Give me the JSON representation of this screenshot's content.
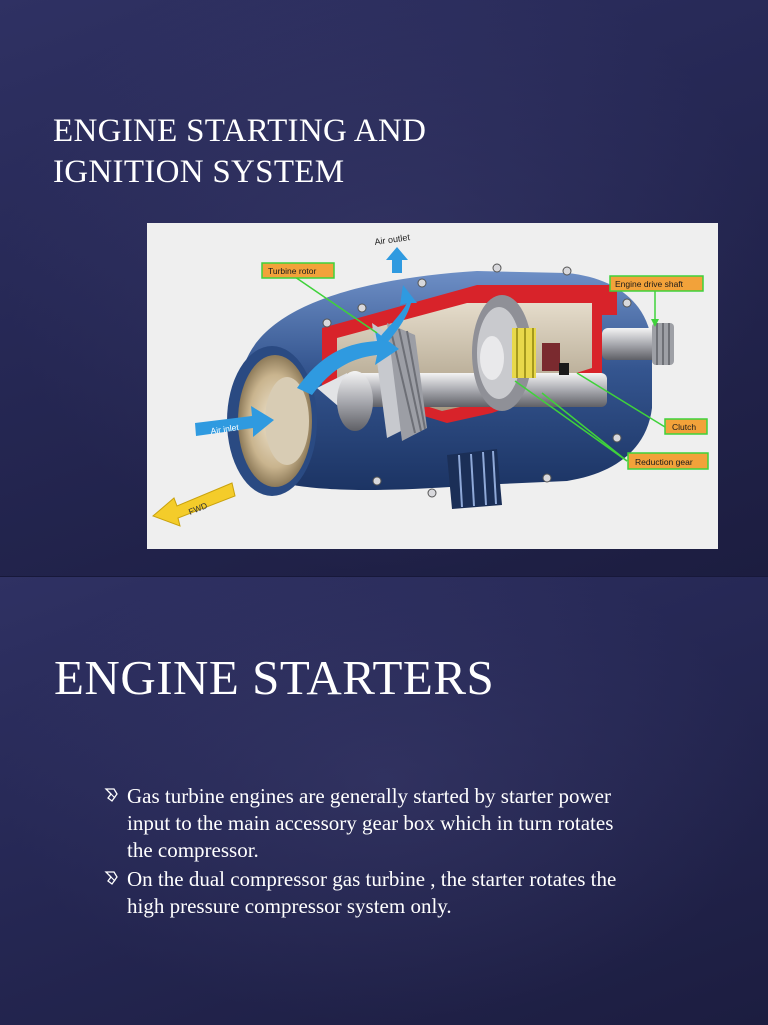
{
  "slide1": {
    "title_line1": "ENGINE STARTING AND",
    "title_line2": "IGNITION SYSTEM",
    "figure": {
      "labels": {
        "air_outlet": "Air outlet",
        "turbine_rotor": "Turbine rotor",
        "engine_drive_shaft": "Engine drive shaft",
        "air_inlet": "Air inlet",
        "clutch": "Clutch",
        "reduction_gear": "Reduction gear",
        "fwd": "FWD"
      }
    }
  },
  "slide2": {
    "title": "ENGINE STARTERS",
    "bullets": [
      "Gas turbine engines are generally started by starter  power input to the main  accessory gear box which in turn rotates the compressor.",
      "On the dual compressor gas turbine , the starter rotates the high pressure compressor system only."
    ]
  },
  "colors": {
    "background": "#262855",
    "label_fill": "#f2a23a",
    "leader_line": "#3fd23a",
    "arrow_blue": "#2f9ae0",
    "arrow_yellow": "#f4cc2a",
    "housing_blue": "#3c5f9e",
    "section_red": "#d8232a"
  },
  "icons": {
    "bullet": "bullet-leaf-icon"
  }
}
